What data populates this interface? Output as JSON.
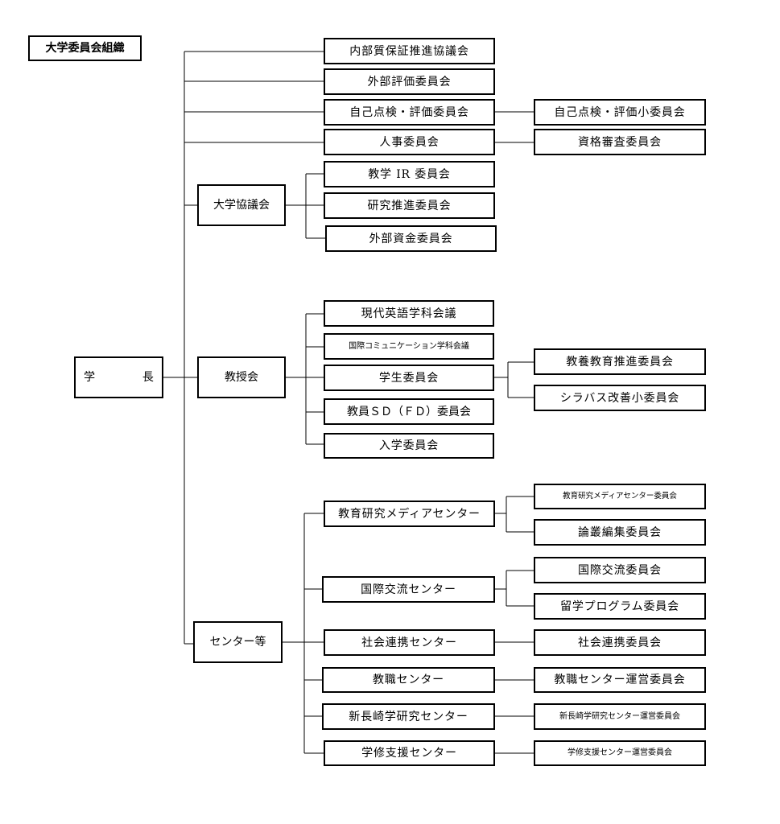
{
  "diagram": {
    "title": "大学委員会組織",
    "root": "学　長",
    "direct_committees": [
      "内部質保証推進協議会",
      "外部評価委員会",
      "自己点検・評価委員会",
      "人事委員会"
    ],
    "direct_sub": {
      "self_eval_sub": "自己点検・評価小委員会",
      "personnel_sub": "資格審査委員会"
    },
    "univ_council": {
      "label": "大学協議会",
      "children": [
        "教学 IR 委員会",
        "研究推進委員会",
        "外部資金委員会"
      ]
    },
    "faculty_council": {
      "label": "教授会",
      "children": [
        "現代英語学科会議",
        "国際コミュニケーション学科会議",
        "学生委員会",
        "教員ＳＤ（ＦＤ）委員会",
        "入学委員会"
      ],
      "student_sub": [
        "教養教育推進委員会",
        "シラバス改善小委員会"
      ]
    },
    "centers": {
      "label": "センター等",
      "items": [
        {
          "name": "教育研究メディアセンター",
          "subs": [
            "教育研究メディアセンター委員会",
            "論叢編集委員会"
          ]
        },
        {
          "name": "国際交流センター",
          "subs": [
            "国際交流委員会",
            "留学プログラム委員会"
          ]
        },
        {
          "name": "社会連携センター",
          "subs": [
            "社会連携委員会"
          ]
        },
        {
          "name": "教職センター",
          "subs": [
            "教職センター運営委員会"
          ]
        },
        {
          "name": "新長崎学研究センター",
          "subs": [
            "新長崎学研究センター運営委員会"
          ]
        },
        {
          "name": "学修支援センター",
          "subs": [
            "学修支援センター運営委員会"
          ]
        }
      ]
    }
  }
}
